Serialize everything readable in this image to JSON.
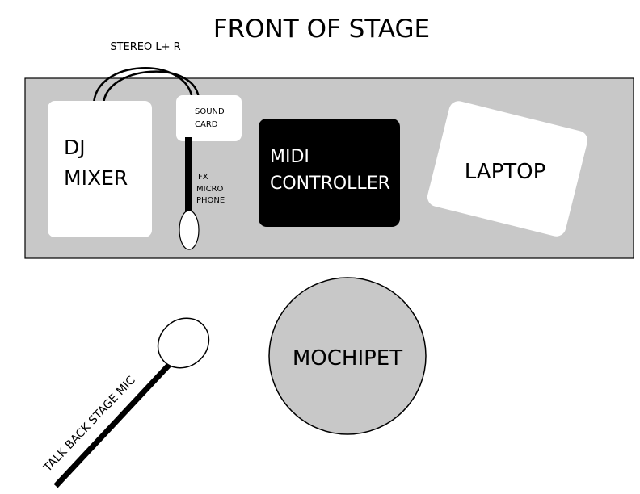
{
  "title": "FRONT OF STAGE",
  "cable_label": "STEREO L+ R",
  "dj_mixer": {
    "line1": "DJ",
    "line2": "MIXER"
  },
  "sound_card": {
    "line1": "SOUND",
    "line2": "CARD"
  },
  "fx_mic": {
    "line1": "FX",
    "line2": "MICRO",
    "line3": "PHONE"
  },
  "midi_controller": {
    "line1": "MIDI",
    "line2": "CONTROLLER"
  },
  "laptop": {
    "label": "LAPTOP"
  },
  "performer": {
    "label": "MOCHIPET"
  },
  "talkback_mic": {
    "label": "TALK BACK STAGE MIC"
  },
  "colors": {
    "stage_fill": "#c8c8c8",
    "equipment_fill": "#ffffff",
    "midi_fill": "#000000",
    "performer_fill": "#c8c8c8",
    "outline": "#000000"
  }
}
